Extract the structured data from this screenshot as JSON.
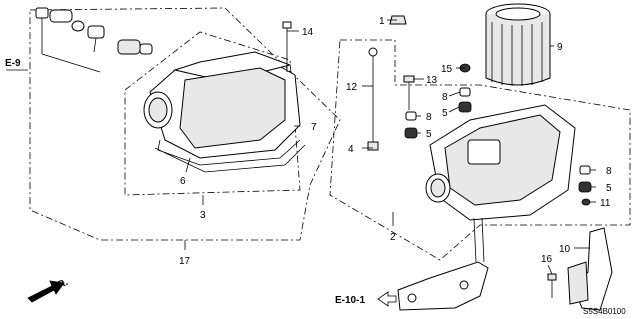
{
  "callouts": {
    "c1": "1",
    "c2": "2",
    "c3": "3",
    "c4": "4",
    "c5a": "5",
    "c5b": "5",
    "c5c": "5",
    "c6": "6",
    "c7": "7",
    "c8a": "8",
    "c8b": "8",
    "c8c": "8",
    "c9": "9",
    "c10": "10",
    "c11": "11",
    "c12": "12",
    "c13": "13",
    "c14": "14",
    "c15": "15",
    "c16": "16",
    "c17": "17"
  },
  "references": {
    "e9": "E-9",
    "e101": "E-10-1",
    "fr": "FR."
  },
  "diagram_code": "S5S4B0100"
}
